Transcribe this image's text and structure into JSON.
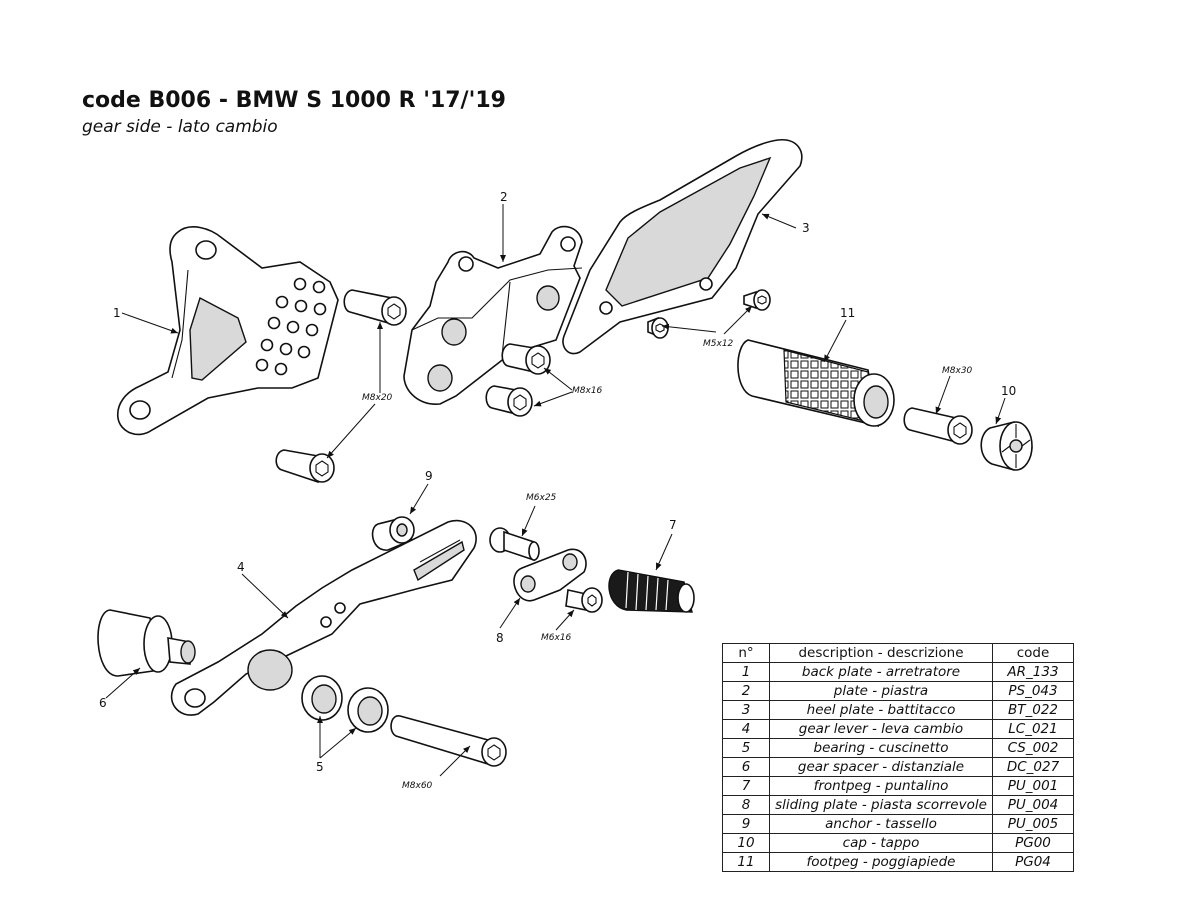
{
  "header": {
    "title": "code B006 - BMW S 1000 R '17/'19",
    "subtitle": "gear side - lato cambio"
  },
  "callouts": {
    "c1": "1",
    "c2": "2",
    "c3": "3",
    "c4": "4",
    "c5": "5",
    "c6": "6",
    "c7": "7",
    "c8": "8",
    "c9": "9",
    "c10": "10",
    "c11": "11"
  },
  "screws": {
    "m8x20": "M8x20",
    "m8x16": "M8x16",
    "m5x12": "M5x12",
    "m8x30": "M8x30",
    "m6x25": "M6x25",
    "m6x16": "M6x16",
    "m8x60": "M8x60"
  },
  "table": {
    "headers": {
      "n": "n°",
      "desc": "description - descrizione",
      "code": "code"
    },
    "rows": [
      {
        "n": "1",
        "desc": "back plate - arretratore",
        "code": "AR_133"
      },
      {
        "n": "2",
        "desc": "plate - piastra",
        "code": "PS_043"
      },
      {
        "n": "3",
        "desc": "heel plate - battitacco",
        "code": "BT_022"
      },
      {
        "n": "4",
        "desc": "gear lever - leva cambio",
        "code": "LC_021"
      },
      {
        "n": "5",
        "desc": "bearing - cuscinetto",
        "code": "CS_002"
      },
      {
        "n": "6",
        "desc": "gear spacer - distanziale",
        "code": "DC_027"
      },
      {
        "n": "7",
        "desc": "frontpeg - puntalino",
        "code": "PU_001"
      },
      {
        "n": "8",
        "desc": "sliding plate - piasta scorrevole",
        "code": "PU_004"
      },
      {
        "n": "9",
        "desc": "anchor - tassello",
        "code": "PU_005"
      },
      {
        "n": "10",
        "desc": "cap - tappo",
        "code": "PG00"
      },
      {
        "n": "11",
        "desc": "footpeg - poggiapiede",
        "code": "PG04"
      }
    ]
  }
}
